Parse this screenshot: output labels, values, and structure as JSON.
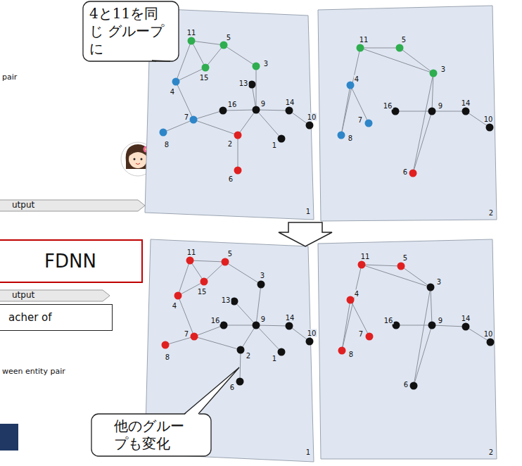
{
  "diagram": {
    "nodes": [
      {
        "text": [
          "4と11を同じ グループに"
        ]
      },
      {
        "text": [
          "他のグループも変化"
        ]
      },
      {
        "text": [
          "FDNN"
        ]
      },
      {
        "text": [
          "acher of"
        ]
      }
    ],
    "labels": [
      "pair",
      "utput",
      "utput",
      "ween entity pair",
      "11",
      "5",
      "15",
      "3",
      "4",
      "13",
      "16",
      "9",
      "14",
      "10",
      "7",
      "2",
      "1",
      "8",
      "6",
      "1",
      "11",
      "5",
      "3",
      "4",
      "16",
      "9",
      "14",
      "10",
      "7",
      "8",
      "6",
      "2",
      "11",
      "5",
      "15",
      "3",
      "4",
      "13",
      "16",
      "9",
      "14",
      "10",
      "7",
      "2",
      "1",
      "8",
      "6",
      "1",
      "11",
      "5",
      "3",
      "4",
      "16",
      "9",
      "14",
      "10",
      "7",
      "8",
      "6",
      "2"
    ]
  }
}
